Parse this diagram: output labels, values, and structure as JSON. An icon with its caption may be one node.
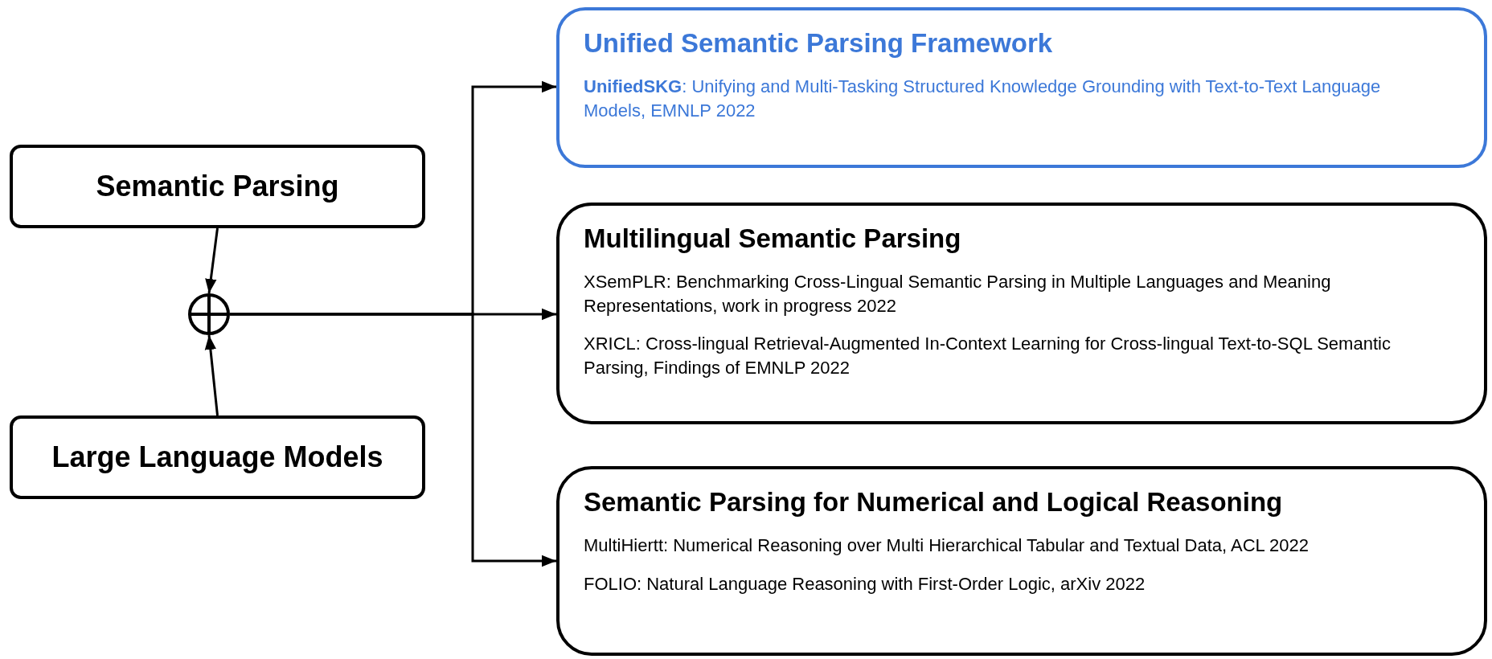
{
  "diagram": {
    "nodes": [
      {
        "text": [
          "Semantic Parsing"
        ]
      },
      {
        "text": [],
        "shape": "circle"
      },
      {
        "text": [
          "Large Language Models"
        ]
      },
      {
        "text": [
          "Unified Semantic Parsing Framework",
          "**UnifiedSKG**: Unifying and Multi-Tasking Structured Knowledge Grounding with Text-to-Text Language Models, EMNLP 2022"
        ]
      },
      {
        "text": [
          "Multilingual Semantic Parsing",
          "XSemPLR: Benchmarking Cross-Lingual Semantic Parsing in Multiple Languages and Meaning Representations, work in progress 2022",
          "XRICL: Cross-lingual Retrieval-Augmented In-Context Learning for Cross-lingual Text-to-SQL Semantic Parsing, Findings of EMNLP 2022"
        ]
      },
      {
        "text": [
          "Semantic Parsing for Numerical and Logical Reasoning",
          "MultiHiertt: Numerical Reasoning over Multi Hierarchical Tabular and Textual Data, ACL 2022",
          "FOLIO: Natural Language Reasoning with First-Order Logic, arXiv 2022"
        ]
      }
    ],
    "edges": [
      {
        "from": 0,
        "to": 1,
        "arrow": "to"
      },
      {
        "from": 2,
        "to": 1,
        "arrow": "to"
      },
      {
        "from": 1,
        "to": 3,
        "arrow": "to"
      },
      {
        "from": 1,
        "to": 4,
        "arrow": "to"
      },
      {
        "from": 1,
        "to": 5,
        "arrow": "to"
      }
    ]
  }
}
